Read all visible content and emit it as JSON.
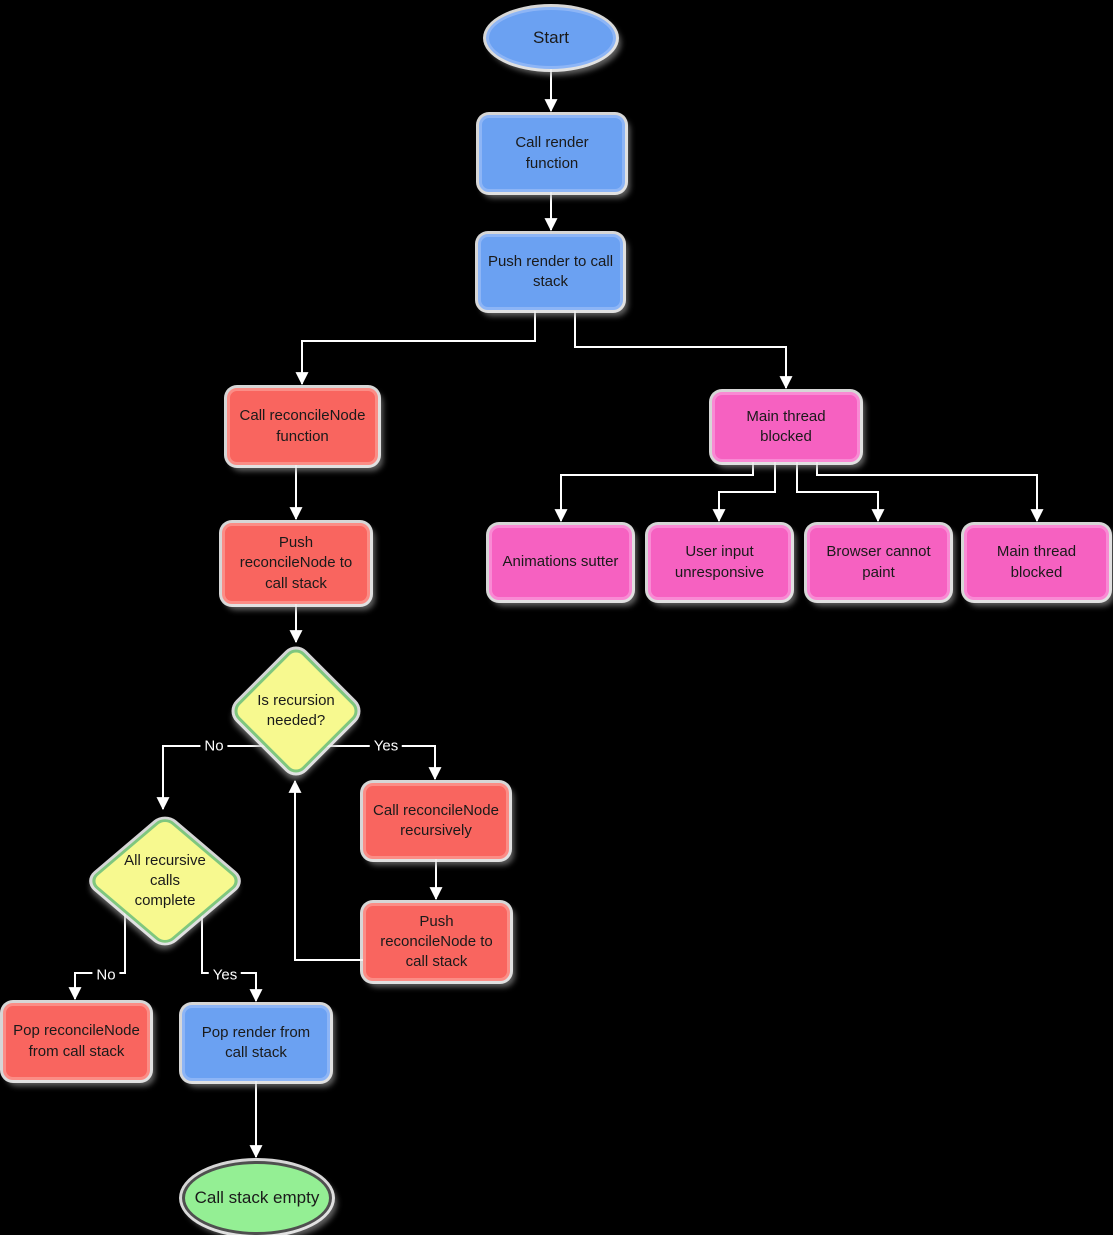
{
  "colors": {
    "background": "#000000",
    "edge": "#ffffff",
    "label_text": "#1a1a1a",
    "edge_label_text": "#ffffff",
    "node_blue": "#6ba1f2",
    "node_blue_border": "#8db5f6",
    "node_red": "#f9655f",
    "node_red_border": "#fb8d86",
    "node_pink": "#f661c1",
    "node_pink_border": "#f98ad4",
    "node_yellow": "#f7f98f",
    "node_yellow_border": "#7fc77e",
    "node_green": "#94ef94",
    "node_green_border": "#4f4f4f"
  },
  "nodes": {
    "start": {
      "label": "Start",
      "shape": "ellipse",
      "color": "blue"
    },
    "call_render": {
      "label": "Call render function",
      "shape": "rect",
      "color": "blue"
    },
    "push_render": {
      "label": "Push render to call stack",
      "shape": "rect",
      "color": "blue"
    },
    "call_reconcile": {
      "label": "Call reconcileNode function",
      "shape": "rect",
      "color": "red"
    },
    "push_reconcile_1": {
      "label": "Push reconcileNode to call stack",
      "shape": "rect",
      "color": "red"
    },
    "main_thread": {
      "label": "Main thread blocked",
      "shape": "rect",
      "color": "pink"
    },
    "animations": {
      "label": "Animations sutter",
      "shape": "rect",
      "color": "pink"
    },
    "user_input": {
      "label": "User input unresponsive",
      "shape": "rect",
      "color": "pink"
    },
    "browser_paint": {
      "label": "Browser cannot paint",
      "shape": "rect",
      "color": "pink"
    },
    "main_thread_child": {
      "label": "Main thread blocked",
      "shape": "rect",
      "color": "pink"
    },
    "is_recursion": {
      "label": "Is recursion needed?",
      "shape": "diamond",
      "color": "yellow"
    },
    "call_recursive": {
      "label": "Call reconcileNode recursively",
      "shape": "rect",
      "color": "red"
    },
    "push_reconcile_2": {
      "label": "Push reconcileNode to call stack",
      "shape": "rect",
      "color": "red"
    },
    "all_complete": {
      "label": "All recursive calls complete",
      "shape": "diamond",
      "color": "yellow"
    },
    "pop_reconcile": {
      "label": "Pop reconcileNode from call stack",
      "shape": "rect",
      "color": "red"
    },
    "pop_render": {
      "label": "Pop render from call stack",
      "shape": "rect",
      "color": "blue"
    },
    "end": {
      "label": "Call stack empty",
      "shape": "ellipse",
      "color": "green"
    }
  },
  "edge_labels": {
    "recursion_no": "No",
    "recursion_yes": "Yes",
    "complete_no": "No",
    "complete_yes": "Yes"
  },
  "edges": [
    {
      "from": "start",
      "to": "call_render"
    },
    {
      "from": "call_render",
      "to": "push_render"
    },
    {
      "from": "push_render",
      "to": "call_reconcile"
    },
    {
      "from": "push_render",
      "to": "main_thread"
    },
    {
      "from": "call_reconcile",
      "to": "push_reconcile_1"
    },
    {
      "from": "push_reconcile_1",
      "to": "is_recursion"
    },
    {
      "from": "is_recursion",
      "to": "all_complete",
      "label": "No"
    },
    {
      "from": "is_recursion",
      "to": "call_recursive",
      "label": "Yes"
    },
    {
      "from": "call_recursive",
      "to": "push_reconcile_2"
    },
    {
      "from": "push_reconcile_2",
      "to": "is_recursion"
    },
    {
      "from": "all_complete",
      "to": "pop_reconcile",
      "label": "No"
    },
    {
      "from": "all_complete",
      "to": "pop_render",
      "label": "Yes"
    },
    {
      "from": "pop_render",
      "to": "end"
    },
    {
      "from": "main_thread",
      "to": "animations"
    },
    {
      "from": "main_thread",
      "to": "user_input"
    },
    {
      "from": "main_thread",
      "to": "browser_paint"
    },
    {
      "from": "main_thread",
      "to": "main_thread_child"
    }
  ]
}
